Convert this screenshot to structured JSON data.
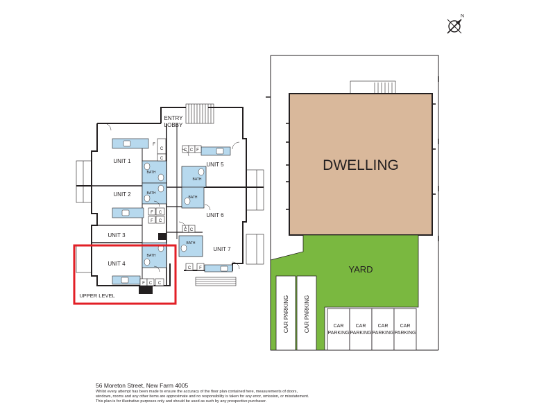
{
  "compass": {
    "north_label": "N"
  },
  "labels": {
    "entry_lobby_1": "ENTRY",
    "entry_lobby_2": "LOBBY",
    "unit_1": "UNIT 1",
    "unit_2": "UNIT 2",
    "unit_3": "UNIT 3",
    "unit_4": "UNIT 4",
    "unit_5": "UNIT 5",
    "unit_6": "UNIT 6",
    "unit_7": "UNIT 7",
    "upper_level": "UPPER LEVEL",
    "bath": "BATH",
    "fridge": "F",
    "cupboard": "C",
    "dwelling": "DWELLING",
    "yard": "YARD",
    "car_parking": "CAR PARKING",
    "car": "CAR",
    "parking": "PARKING"
  },
  "footer": {
    "address": "56 Moreton Street, New Farm 4005",
    "disclaimer_1": "Whilst every attempt has been made to ensure the accuracy of the floor plan contained here, measurements of doors,",
    "disclaimer_2": "windows, rooms and any other items are approximate and no responsibility is taken for any error, omission, or misstatement.",
    "disclaimer_3": "This plan is for illustrative purposes only and should be used as such by any prospective purchaser."
  },
  "colors": {
    "dwelling_fill": "#d9b89b",
    "yard_fill": "#7ab840",
    "wet_area_fill": "#b7d9ee",
    "highlight_box": "#e21f26",
    "wall": "#231f20"
  }
}
